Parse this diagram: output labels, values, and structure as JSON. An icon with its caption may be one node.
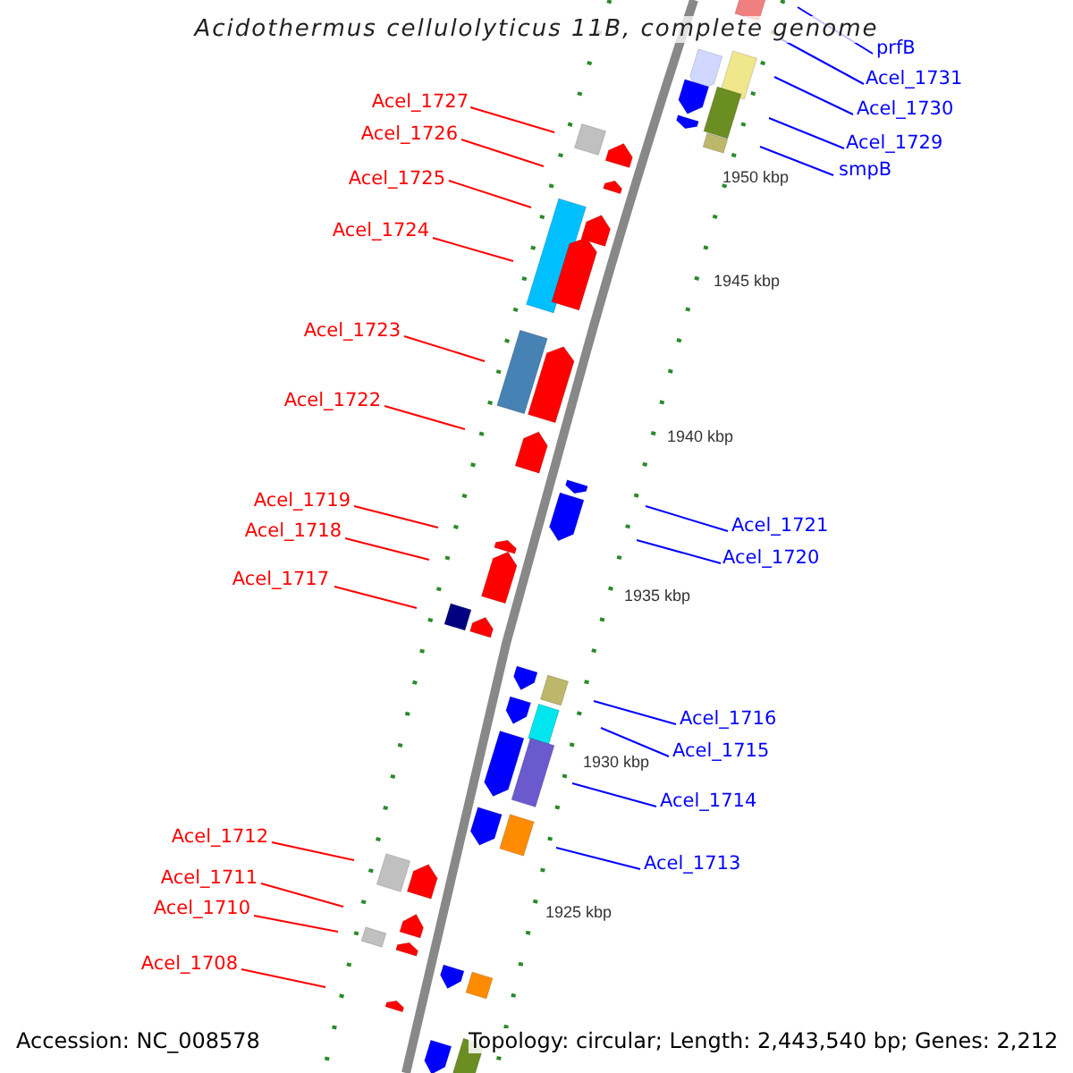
{
  "diagram": {
    "title": "Acidothermus cellulolyticus 11B, complete genome",
    "nodes": [
      {
        "text": [
          "prfB"
        ]
      },
      {
        "text": [
          "Acel_1731"
        ]
      },
      {
        "text": [
          "Acel_1730"
        ]
      },
      {
        "text": [
          "Acel_1727"
        ]
      },
      {
        "text": [
          "Acel_1726"
        ]
      },
      {
        "text": [
          "Acel_1729"
        ]
      },
      {
        "text": [
          "smpB"
        ]
      },
      {
        "text": [
          "Acel_1725"
        ]
      },
      {
        "text": [
          "Acel_1724"
        ]
      },
      {
        "text": [
          "Acel_1723"
        ]
      },
      {
        "text": [
          "Acel_1722"
        ]
      },
      {
        "text": [
          "Acel_1719"
        ]
      },
      {
        "text": [
          "Acel_1721"
        ]
      },
      {
        "text": [
          "Acel_1718"
        ]
      },
      {
        "text": [
          "Acel_1720"
        ]
      },
      {
        "text": [
          "Acel_1717"
        ]
      },
      {
        "text": [
          "Acel_1716"
        ]
      },
      {
        "text": [
          "Acel_1715"
        ]
      },
      {
        "text": [
          "Acel_1714"
        ]
      },
      {
        "text": [
          "Acel_1712"
        ]
      },
      {
        "text": [
          "Acel_1713"
        ]
      },
      {
        "text": [
          "Acel_1711"
        ]
      },
      {
        "text": [
          "Acel_1710"
        ]
      },
      {
        "text": [
          "Acel_1708"
        ]
      }
    ],
    "edges": [
      {
        "from": 0,
        "to": null,
        "arrow": "none",
        "color": "#0000ff"
      },
      {
        "from": 1,
        "to": null,
        "arrow": "none",
        "color": "#0000ff"
      },
      {
        "from": 2,
        "to": null,
        "arrow": "none",
        "color": "#0000ff"
      },
      {
        "from": 3,
        "to": null,
        "arrow": "none"
      },
      {
        "from": 4,
        "to": null,
        "arrow": "none"
      },
      {
        "from": 5,
        "to": null,
        "arrow": "none",
        "color": "#0000ff"
      },
      {
        "from": 6,
        "to": null,
        "arrow": "none",
        "color": "#0000ff"
      },
      {
        "from": 7,
        "to": null,
        "arrow": "none"
      },
      {
        "from": 8,
        "to": null,
        "arrow": "none"
      },
      {
        "from": 9,
        "to": null,
        "arrow": "none"
      },
      {
        "from": 10,
        "to": null,
        "arrow": "none"
      },
      {
        "from": 11,
        "to": null,
        "arrow": "none"
      },
      {
        "from": 12,
        "to": null,
        "arrow": "none",
        "color": "#0000ff"
      },
      {
        "from": 13,
        "to": null,
        "arrow": "none"
      },
      {
        "from": 14,
        "to": null,
        "arrow": "none",
        "color": "#0000ff"
      },
      {
        "from": 15,
        "to": null,
        "arrow": "none"
      },
      {
        "from": 16,
        "to": null,
        "arrow": "none",
        "color": "#0000ff"
      },
      {
        "from": 17,
        "to": null,
        "arrow": "none",
        "color": "#0000ff"
      },
      {
        "from": 18,
        "to": null,
        "arrow": "none",
        "color": "#0000ff"
      },
      {
        "from": 19,
        "to": null,
        "arrow": "none"
      },
      {
        "from": 20,
        "to": null,
        "arrow": "none",
        "color": "#0000ff"
      },
      {
        "from": 21,
        "to": null,
        "arrow": "none"
      },
      {
        "from": 22,
        "to": null,
        "arrow": "none"
      },
      {
        "from": 23,
        "to": null,
        "arrow": "none"
      }
    ],
    "labels": [
      "1950 kbp",
      "1945 kbp",
      "1940 kbp",
      "1935 kbp",
      "1930 kbp",
      "1925 kbp",
      "Accession: NC_008578",
      "Topology: circular; Length: 2,443,540 bp; Genes: 2,212"
    ]
  }
}
